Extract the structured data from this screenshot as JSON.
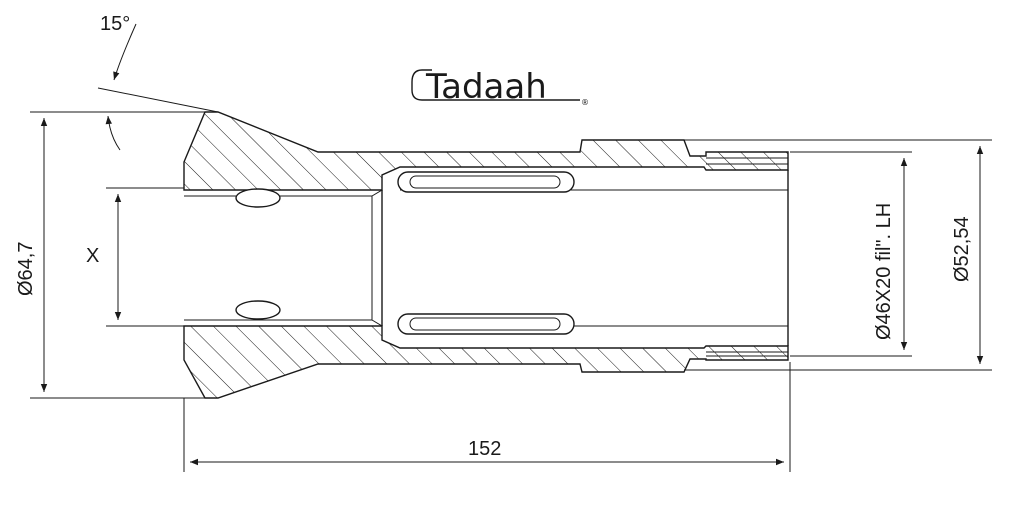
{
  "logo": {
    "text": "Tadaah",
    "registered": "®"
  },
  "dimensions": {
    "angle": "15°",
    "outer_diameter": "Ø64,7",
    "bore": "X",
    "total_length": "152",
    "thread": "Ø46X20 fil\". LH",
    "body_diameter": "Ø52,54"
  }
}
